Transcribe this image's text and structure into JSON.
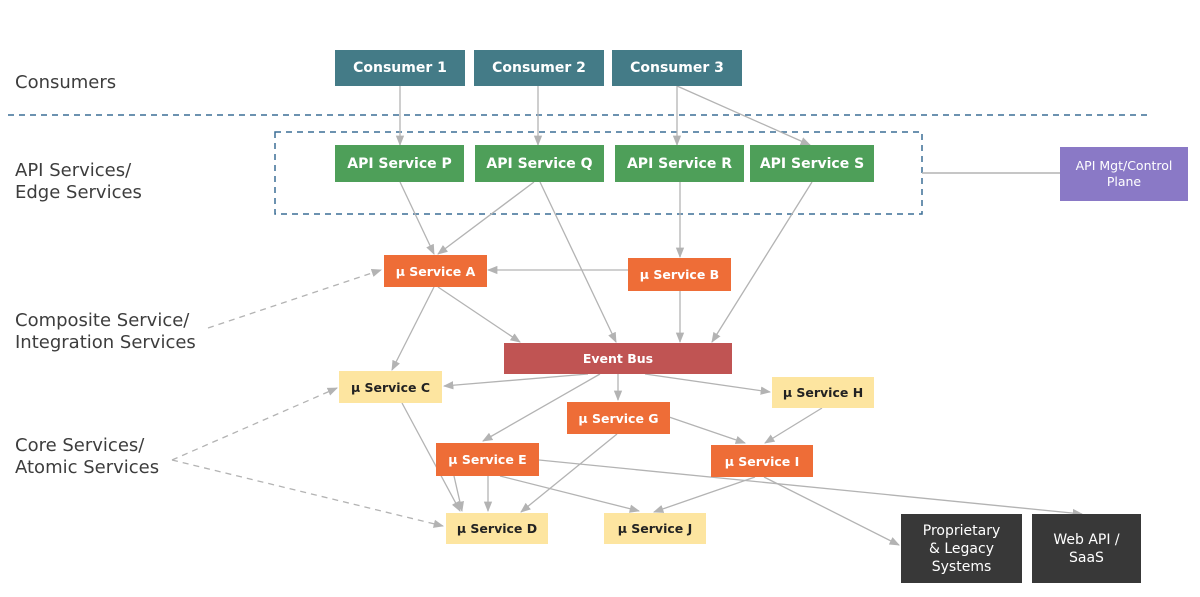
{
  "layers": {
    "consumers": "Consumers",
    "api": "API Services/\nEdge Services",
    "composite": "Composite Service/\nIntegration Services",
    "core": "Core Services/\nAtomic Services"
  },
  "nodes": {
    "consumer1": "Consumer 1",
    "consumer2": "Consumer 2",
    "consumer3": "Consumer 3",
    "apiP": "API Service P",
    "apiQ": "API Service Q",
    "apiR": "API Service R",
    "apiS": "API Service S",
    "control": "API Mgt/Control\nPlane",
    "svcA": "µ Service A",
    "svcB": "µ Service B",
    "bus": "Event Bus",
    "svcC": "µ Service C",
    "svcH": "µ Service H",
    "svcG": "µ Service G",
    "svcE": "µ Service E",
    "svcI": "µ Service I",
    "svcD": "µ Service D",
    "svcJ": "µ Service J",
    "legacy": "Proprietary\n& Legacy\nSystems",
    "webapi": "Web API /\nSaaS"
  },
  "colors": {
    "consumer": "#447b87",
    "api": "#4e9f59",
    "orange_service": "#ee6d37",
    "yellow_service": "#fde5a0",
    "event_bus": "#c05453",
    "control_plane": "#8a79c6",
    "external": "#383838",
    "edge_line": "#b3b3b3",
    "dashed_separator": "#3b6e96"
  }
}
